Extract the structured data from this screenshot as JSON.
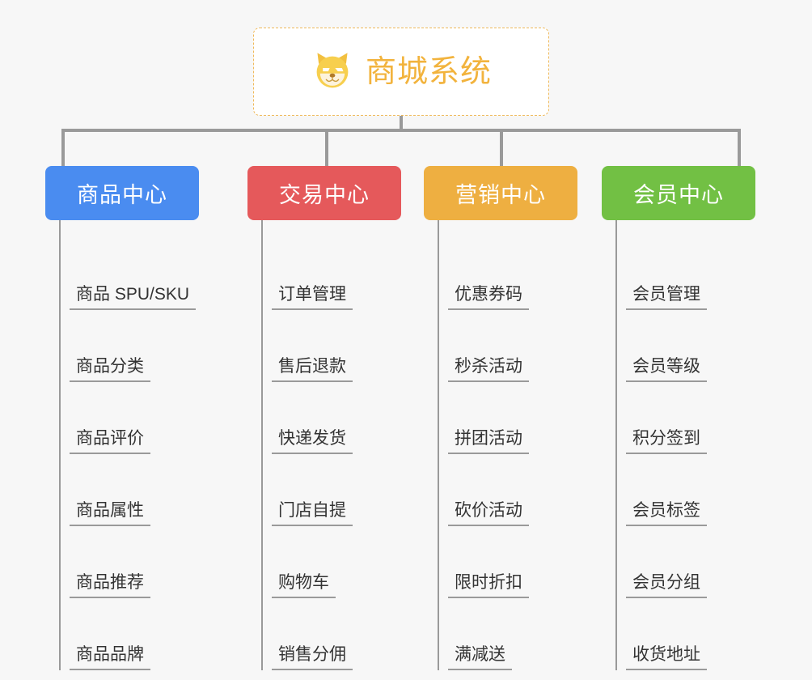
{
  "diagram": {
    "type": "org-chart",
    "background_color": "#f7f7f7",
    "connector_color": "#9a9a9a",
    "root": {
      "title": "商城系统",
      "icon": "shiba-dog-face-icon",
      "text_color": "#f2b33d",
      "border_color": "#efb95a",
      "background_color": "#ffffff"
    },
    "columns": [
      {
        "label": "商品中心",
        "color": "#4a8cf0",
        "items": [
          "商品 SPU/SKU",
          "商品分类",
          "商品评价",
          "商品属性",
          "商品推荐",
          "商品品牌"
        ]
      },
      {
        "label": "交易中心",
        "color": "#e5595b",
        "items": [
          "订单管理",
          "售后退款",
          "快递发货",
          "门店自提",
          "购物车",
          "销售分佣"
        ]
      },
      {
        "label": "营销中心",
        "color": "#eeaf41",
        "items": [
          "优惠券码",
          "秒杀活动",
          "拼团活动",
          "砍价活动",
          "限时折扣",
          "满减送"
        ]
      },
      {
        "label": "会员中心",
        "color": "#72c044",
        "items": [
          "会员管理",
          "会员等级",
          "积分签到",
          "会员标签",
          "会员分组",
          "收货地址"
        ]
      }
    ]
  }
}
